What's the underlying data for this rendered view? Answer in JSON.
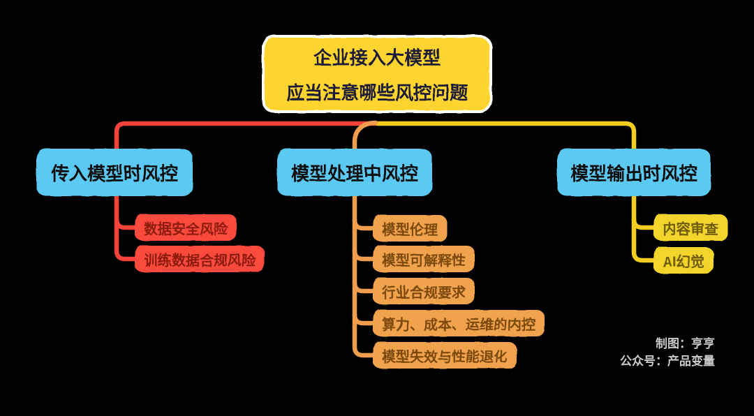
{
  "canvas": {
    "background": "#000000"
  },
  "root": {
    "line1": "企业接入大模型",
    "line2": "应当注意哪些风控问题",
    "fill": "#ffd42e",
    "border": "#ffffff",
    "text_color": "#1e1c38"
  },
  "branches": [
    {
      "label": "传入模型时风控",
      "node_fill": "#5bc9f3",
      "line_color": "#f5423a",
      "child_fill": "#fa4a3c",
      "child_text_color": "#8c1a0f",
      "children": [
        "数据安全风险",
        "训练数据合规风险"
      ]
    },
    {
      "label": "模型处理中风控",
      "node_fill": "#5bc9f3",
      "line_color": "#f09d4e",
      "child_fill": "#f1a24d",
      "child_text_color": "#7c480e",
      "children": [
        "模型伦理",
        "模型可解释性",
        "行业合规要求",
        "算力、成本、运维的内控",
        "模型失效与性能退化"
      ]
    },
    {
      "label": "模型输出时风控",
      "node_fill": "#5bc9f3",
      "line_color": "#f2cd1e",
      "child_fill": "#f2d42c",
      "child_text_color": "#6f5c07",
      "children": [
        "内容审查",
        "AI幻觉"
      ]
    }
  ],
  "watermark": {
    "line1": "制图：亨亨",
    "line2": "公众号：产品变量"
  }
}
